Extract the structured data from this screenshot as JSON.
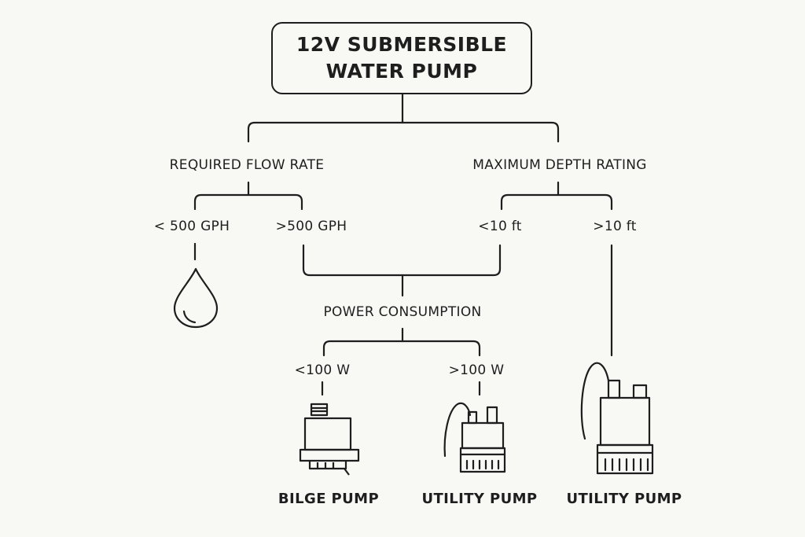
{
  "title": {
    "line1": "12V SUBMERSIBLE",
    "line2": "WATER PUMP"
  },
  "criteria": {
    "flow": "REQUIRED FLOW RATE",
    "depth": "MAXIMUM DEPTH RATING",
    "power": "POWER CONSUMPTION"
  },
  "branches": {
    "flow_low": "< 500 GPH",
    "flow_high": ">500 GPH",
    "depth_low": "<10 ft",
    "depth_high": ">10 ft",
    "power_low": "<100 W",
    "power_high": ">100 W"
  },
  "outcomes": {
    "bilge": "BILGE PUMP",
    "utility_mid": "UTILITY PUMP",
    "utility_right": "UTILITY PUMP"
  },
  "icons": [
    "water-drop-icon",
    "bilge-pump-icon",
    "utility-pump-icon",
    "utility-pump-large-icon"
  ],
  "colors": {
    "ink": "#1e1e1e",
    "background": "#f8f8f5"
  }
}
